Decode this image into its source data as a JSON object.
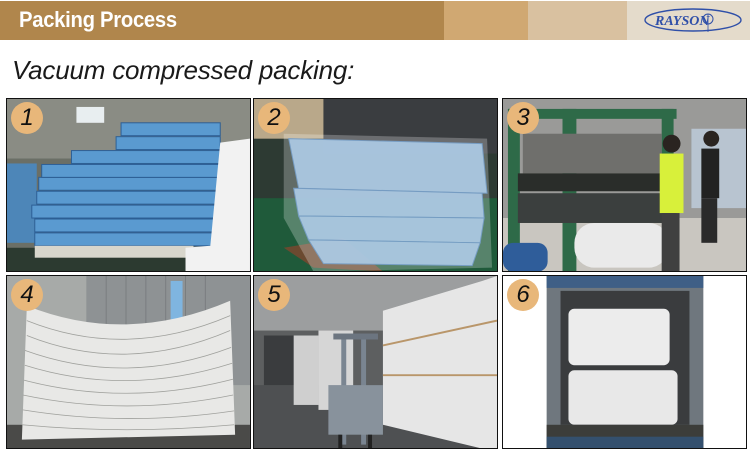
{
  "header": {
    "title": "Packing Process",
    "logo_text": "RAYSON",
    "colors": {
      "band1": "#B0864C",
      "band2": "#D0A872",
      "band3": "#D9C1A0",
      "band4": "#E4DBCB",
      "logo_blue": "#2F4FA8"
    }
  },
  "subtitle": "Vacuum compressed packing:",
  "steps": [
    {
      "number": "1",
      "description": "Stacked blue quilted mattresses in factory"
    },
    {
      "number": "2",
      "description": "Mattresses wrapped in plastic film on pallet"
    },
    {
      "number": "3",
      "description": "Workers operating vacuum compression machine"
    },
    {
      "number": "4",
      "description": "Compressed mattresses stacked in plastic"
    },
    {
      "number": "5",
      "description": "Forklift in warehouse with wrapped bales"
    },
    {
      "number": "6",
      "description": "Packed bales loaded in shipping container"
    }
  ],
  "badge_color": "#E8B77A"
}
